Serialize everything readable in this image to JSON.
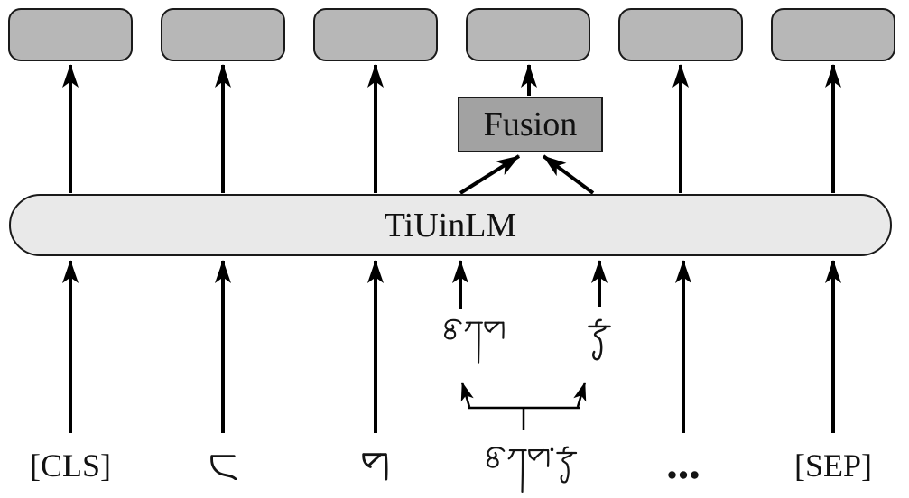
{
  "figure": {
    "bar": {
      "label": "TiUinLM"
    },
    "fusion": {
      "label": "Fusion"
    },
    "output_boxes": {
      "count": 6
    },
    "input_tokens": [
      {
        "label": "[CLS]"
      },
      {
        "label": "ད"
      },
      {
        "label": "ས"
      },
      {
        "label": "ལྕགས་རྟ"
      },
      {
        "label": "···"
      },
      {
        "label": "[SEP]"
      }
    ],
    "split_syllables": [
      {
        "label": "ལྕགས"
      },
      {
        "label": "རྟ"
      }
    ],
    "colors": {
      "output_box_fill": "#b7b7b7",
      "fusion_fill": "#a2a2a2",
      "bar_fill": "#e9e9e9",
      "outline": "#1a1a1a",
      "arrow": "#000000",
      "background": "#ffffff"
    }
  }
}
